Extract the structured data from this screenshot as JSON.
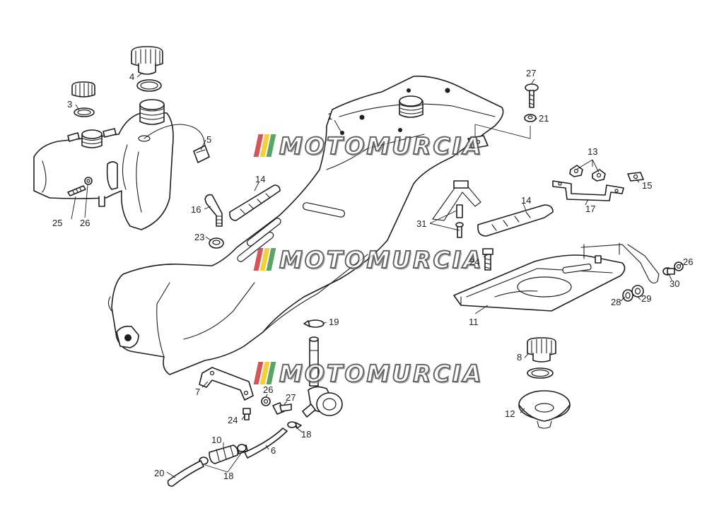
{
  "watermark": {
    "text": "MOTOMURCIA",
    "flag_colors": [
      "#c8262c",
      "#f2c400",
      "#2e8b3e"
    ]
  },
  "callouts": {
    "c1": "1",
    "c3": "3",
    "c4": "4",
    "c5": "5",
    "c6": "6",
    "c7": "7",
    "c8": "8",
    "c10": "10",
    "c11": "11",
    "c12": "12",
    "c13": "13",
    "c14a": "14",
    "c14b": "14",
    "c15": "15",
    "c16": "16",
    "c17": "17",
    "c18a": "18",
    "c18b": "18",
    "c19": "19",
    "c20": "20",
    "c21": "21",
    "c23": "23",
    "c24a": "24",
    "c24b": "24",
    "c25": "25",
    "c26a": "26",
    "c26b": "26",
    "c26c": "26",
    "c27a": "27",
    "c27b": "27",
    "c28": "28",
    "c29": "29",
    "c30": "30",
    "c31": "31"
  }
}
